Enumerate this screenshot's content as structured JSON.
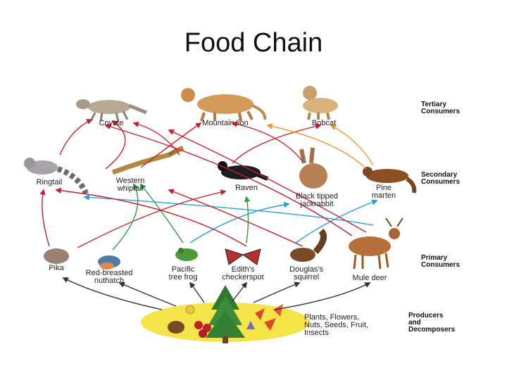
{
  "title": "Food Chain",
  "levels": {
    "tertiary": "Tertiary\nConsumers",
    "secondary": "Secondary\nConsumers",
    "primary": "Primary\nConsumers",
    "producers": "Producers\nand\nDecomposers"
  },
  "organisms": {
    "coyote": "Coyote",
    "mountain_lion": "Mountain lion",
    "bobcat": "Bobcat",
    "ringtail": "Ringtail",
    "western_whiptail": "Western\nwhiptail",
    "raven": "Raven",
    "jackrabbit": "Black tipped\njackrabbit",
    "pine_marten": "Pine\nmarten",
    "pika": "Pika",
    "nuthatch": "Red-breasted\nnuthatch",
    "tree_frog": "Pacific\ntree frog",
    "checkerspot": "Edith's\ncheckerspot",
    "squirrel": "Douglas's\nsquirrel",
    "mule_deer": "Mule deer",
    "producers": "Plants, Flowers,\nNuts, Seeds, Fruit,\nInsects"
  },
  "colors": {
    "arrow_red": "#c8202a",
    "arrow_blue": "#2a9fd6",
    "arrow_green": "#2f9a3a",
    "arrow_orange": "#e89a2c",
    "arrow_dark": "#333333",
    "producer_ground": "#f5e34a"
  }
}
